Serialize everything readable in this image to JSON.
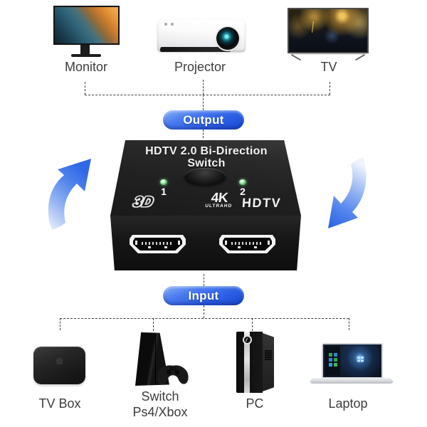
{
  "badges": {
    "output": "Output",
    "input": "Input"
  },
  "top_devices": [
    {
      "label": "Monitor",
      "icon": "monitor-icon"
    },
    {
      "label": "Projector",
      "icon": "projector-icon"
    },
    {
      "label": "TV",
      "icon": "tv-icon"
    }
  ],
  "switch_device": {
    "title_line1": "HDTV 2.0 Bi-Direction",
    "title_line2": "Switch",
    "port_1_label": "1",
    "port_2_label": "2",
    "badge_3d": "3D",
    "badge_4k": "4K",
    "badge_4k_sub": "ULTRAHD",
    "badge_hdtv": "HDTV"
  },
  "bottom_devices": [
    {
      "label": "TV Box",
      "icon": "tv-box-icon"
    },
    {
      "label": "Switch",
      "label_line2": "Ps4/Xbox",
      "icon": "game-console-icon"
    },
    {
      "label": "PC",
      "icon": "pc-tower-icon"
    },
    {
      "label": "Laptop",
      "icon": "laptop-icon"
    }
  ],
  "colors": {
    "badge_blue": "#2d5fe3",
    "arrow_blue": "#2f67e6",
    "led_green": "#5ecb6f",
    "connector_gray": "#3f3f3f",
    "label_text": "#3d3d3d",
    "device_black": "#1e1e1e",
    "background": "#ffffff"
  }
}
